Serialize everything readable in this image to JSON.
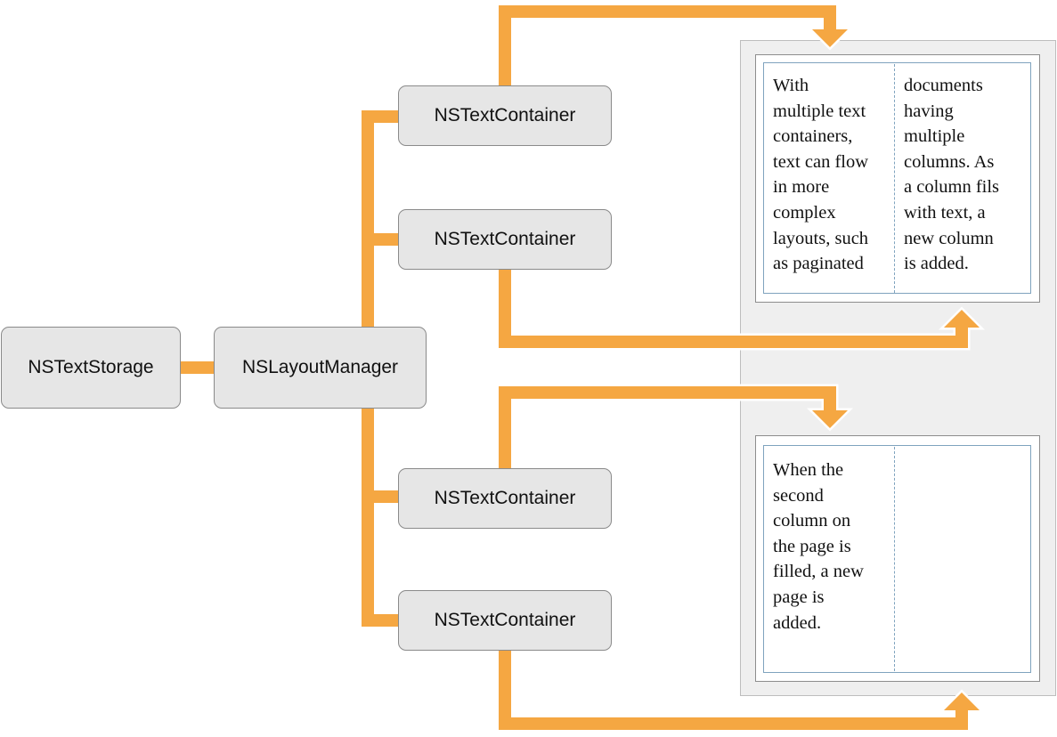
{
  "nodes": {
    "text_storage": "NSTextStorage",
    "layout_manager": "NSLayoutManager",
    "text_containers": [
      "NSTextContainer",
      "NSTextContainer",
      "NSTextContainer",
      "NSTextContainer"
    ]
  },
  "pages": [
    {
      "columns": [
        "With\nmultiple text\ncontainers,\ntext can flow\nin more\ncomplex\nlayouts, such\nas paginated",
        "documents\nhaving\nmultiple\ncolumns. As\na column fils\nwith text, a\nnew column\nis added."
      ]
    },
    {
      "columns": [
        "When the\nsecond\ncolumn on\nthe page is\nfilled, a new\npage is\nadded.",
        ""
      ]
    }
  ],
  "colors": {
    "connector": "#f5a742",
    "node_fill": "#e6e6e6",
    "panel_fill": "#efefef",
    "column_guide": "#7fa3be"
  }
}
